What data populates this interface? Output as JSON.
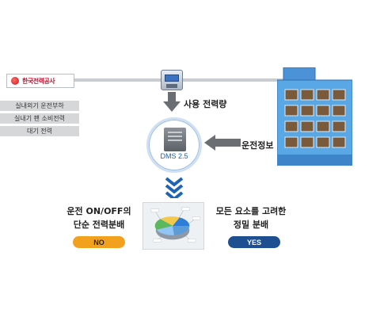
{
  "supplier": {
    "logo_text": "한국전력공사"
  },
  "loads": [
    {
      "label": "실내외기 운전부하"
    },
    {
      "label": "실내기 팬 소비전력"
    },
    {
      "label": "대기 전력"
    }
  ],
  "labels": {
    "usage": "사용 전력량",
    "dms": "DMS 2.5",
    "operation_info": "운전정보"
  },
  "methods": {
    "simple": {
      "line1": "운전 ON/OFF의",
      "line2": "단순 전력분배",
      "verdict": "NO"
    },
    "advanced": {
      "line1": "모든 요소를 고려한",
      "line2": "정밀 분배",
      "verdict": "YES"
    }
  },
  "colors": {
    "no_pill": "#f2a11f",
    "yes_pill": "#1d4f91",
    "arrow_gray": "#6b6f74",
    "chevron_blue": "#1e64b4",
    "building_blue": "#5aa7e6"
  },
  "icons": {
    "logo": "kepco-logo-icon",
    "meter": "smart-meter-icon",
    "dms": "dms-controller-icon",
    "building": "building-icon",
    "pie": "distribution-pie-icon"
  }
}
